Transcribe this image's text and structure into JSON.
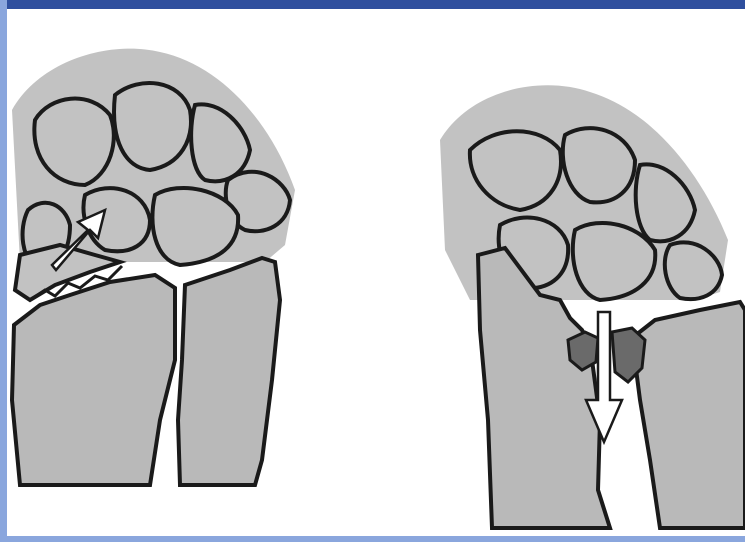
{
  "figure": {
    "colors": {
      "bone_fill": "#b9b9b9",
      "carpal_fill": "#c2c2c2",
      "fragment_fill": "#6a6a6a",
      "outline": "#1a1a1a",
      "arrow_fill": "#ffffff",
      "frame_top": "#2f4f9e",
      "frame_side": "#8aa6dd"
    },
    "panels": [
      {
        "id": "left",
        "arrow_direction": "up-right",
        "fracture": "radial-styloid"
      },
      {
        "id": "right",
        "arrow_direction": "down",
        "fracture": "lunate-fossa-depression"
      }
    ]
  }
}
